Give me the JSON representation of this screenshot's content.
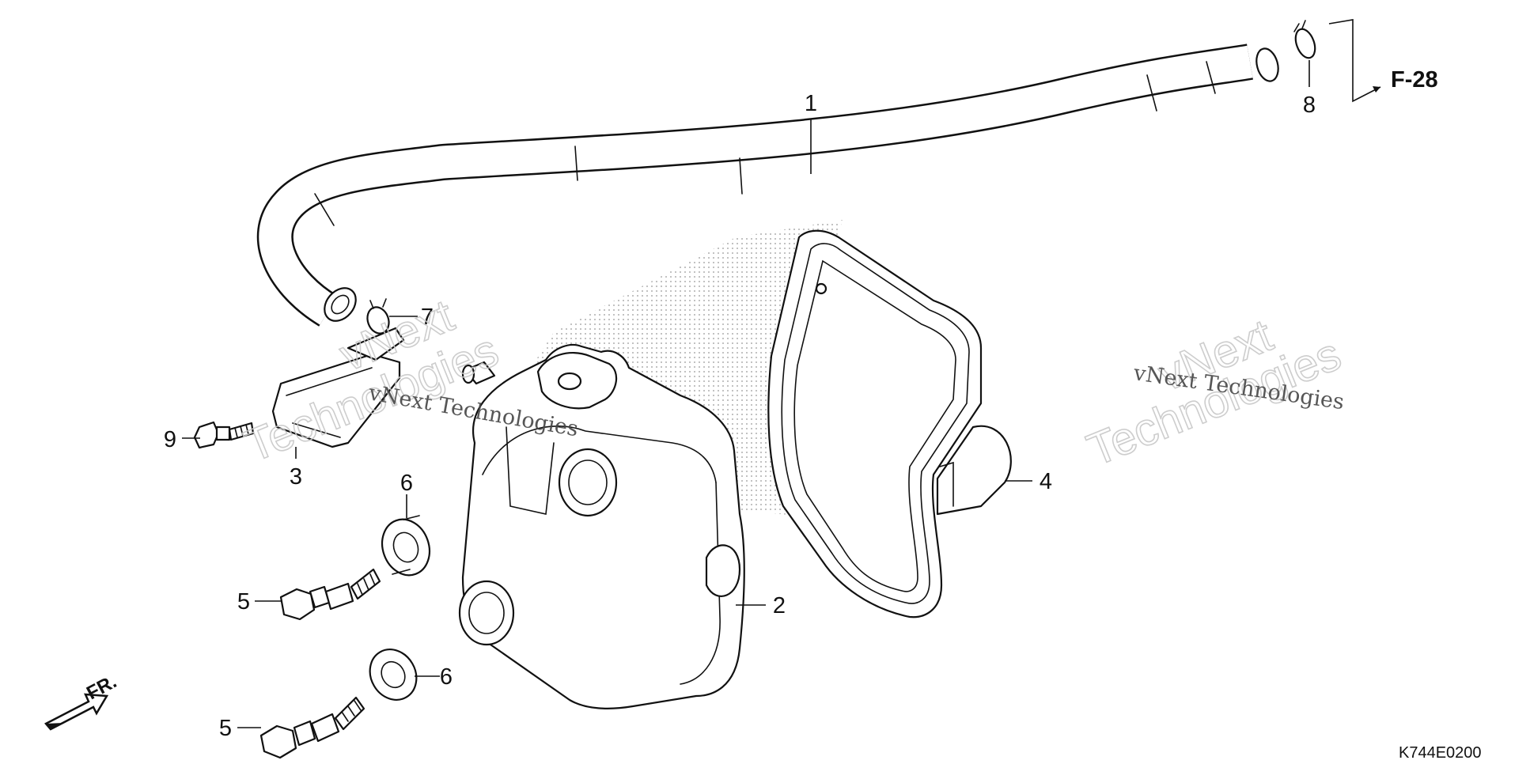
{
  "diagram": {
    "callouts": [
      {
        "id": "1",
        "label": "1"
      },
      {
        "id": "2",
        "label": "2"
      },
      {
        "id": "3",
        "label": "3"
      },
      {
        "id": "4",
        "label": "4"
      },
      {
        "id": "5a",
        "label": "5"
      },
      {
        "id": "5b",
        "label": "5"
      },
      {
        "id": "6a",
        "label": "6"
      },
      {
        "id": "6b",
        "label": "6"
      },
      {
        "id": "7",
        "label": "7"
      },
      {
        "id": "8",
        "label": "8"
      },
      {
        "id": "9",
        "label": "9"
      }
    ],
    "reference": "F-28",
    "direction": "FR.",
    "code": "K744E0200"
  },
  "watermark": {
    "line1": "vNext",
    "line2": "Technologies",
    "full": "vNext Technologies"
  },
  "colors": {
    "line": "#111111",
    "background": "#ffffff",
    "watermark": "#c8c8c8"
  }
}
